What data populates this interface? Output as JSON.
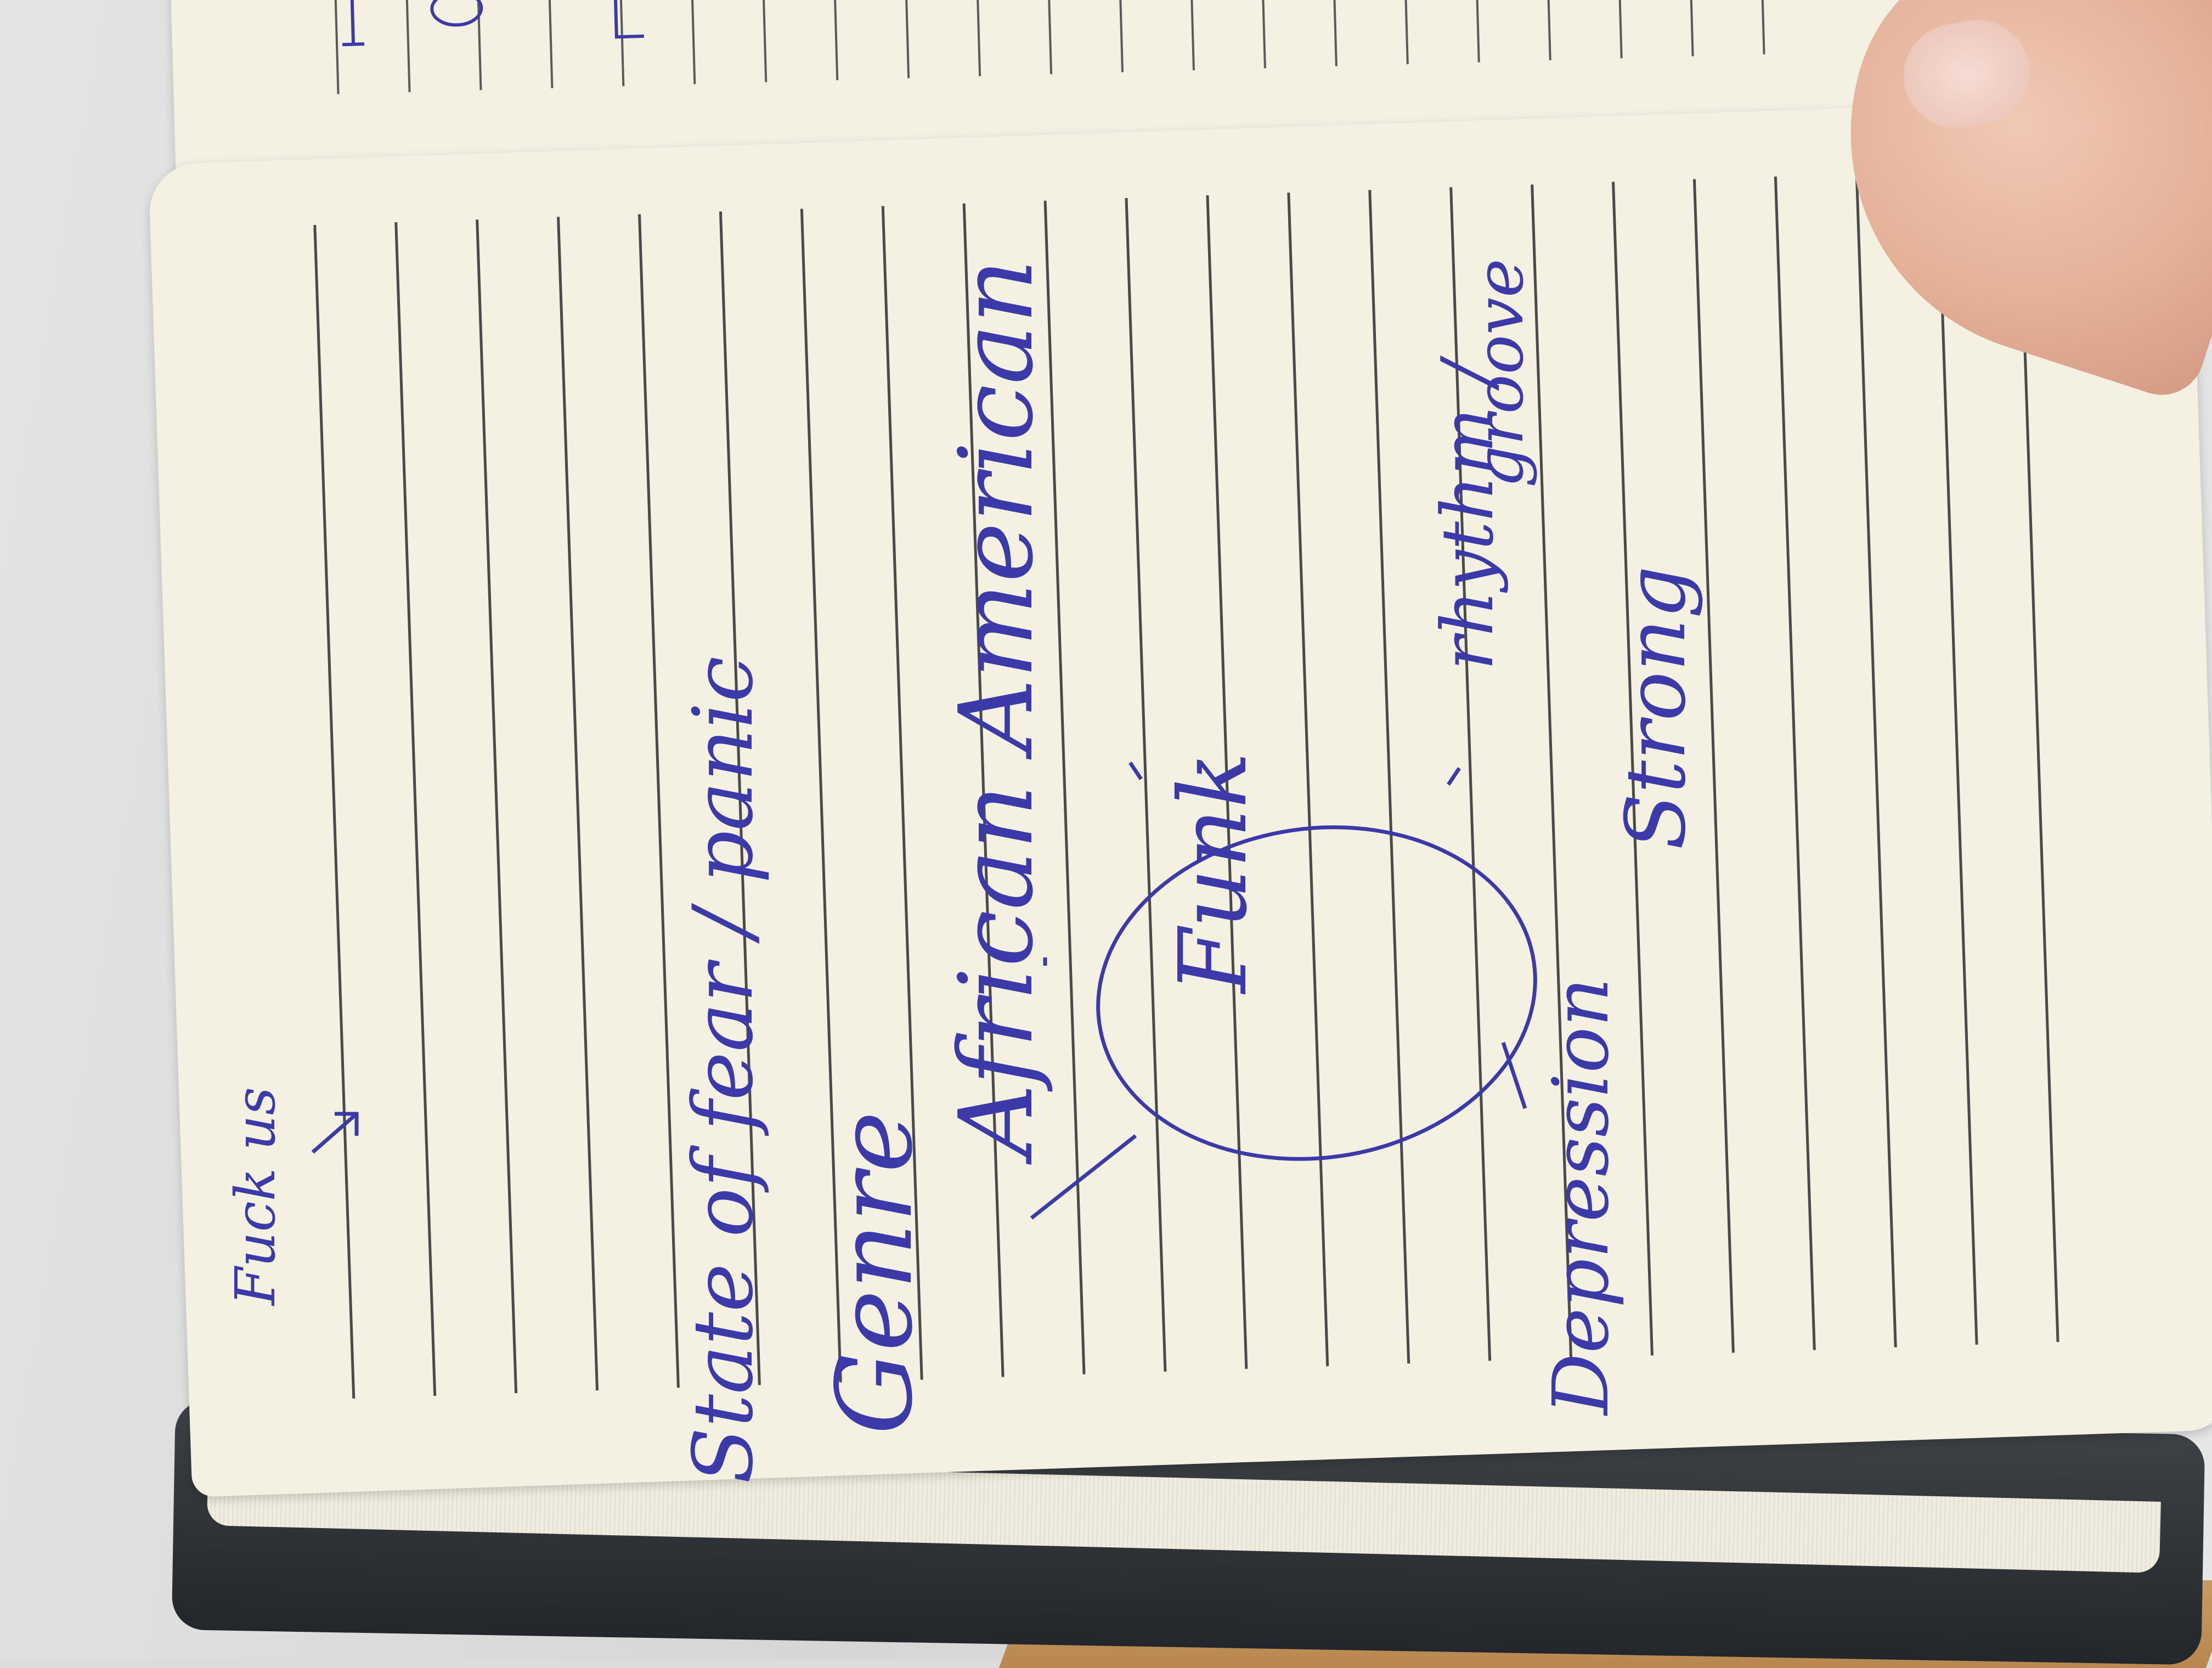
{
  "notes": {
    "genre": "Genre",
    "state": "State of fear / panic",
    "african_american": "African American",
    "strong": "Strong",
    "rhythm": "rhythm /",
    "groove": "groove",
    "depression": "Depression",
    "funk": "Funk",
    "fuck_us": "Fuck us"
  },
  "colors": {
    "ink": "#3b3aa8",
    "paper": "#f4f1e3",
    "rule": "#4a4a4a",
    "cover": "#2b2f33"
  }
}
